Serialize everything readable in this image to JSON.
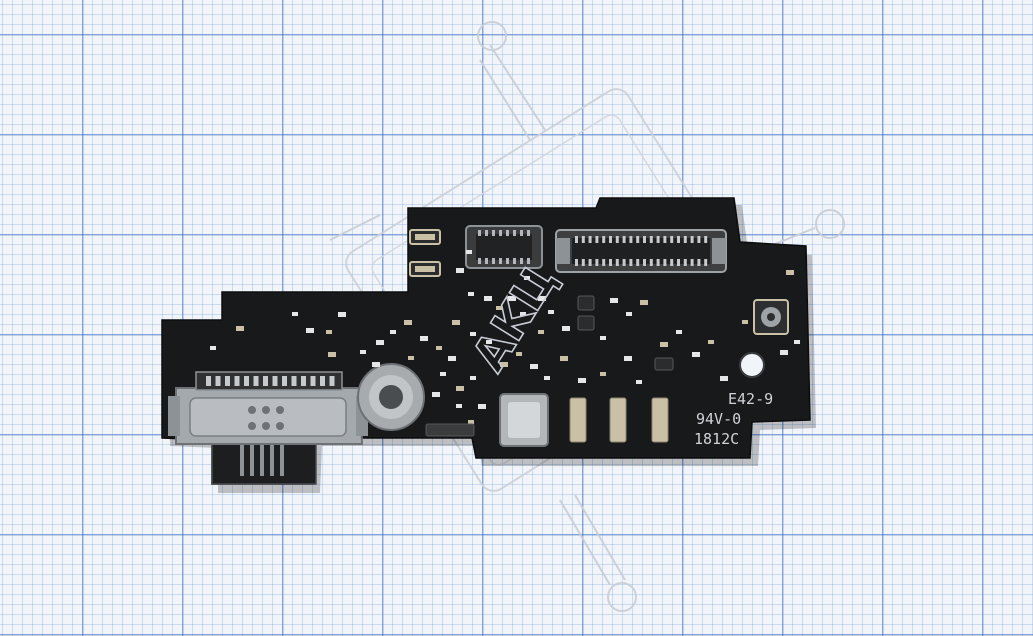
{
  "board": {
    "silkscreen": {
      "line_1": "E42-9",
      "line_2": "94V-0",
      "line_3": "1812C"
    }
  },
  "watermark": {
    "text": "AKЦ"
  },
  "colors": {
    "paper": "#f1f4f9",
    "grid_major": "#4678c8",
    "grid_minor": "#6496d7",
    "pcb": "#17191b",
    "connector_metal": "#9ea3a8",
    "pad_gold": "#c9c0a6"
  }
}
